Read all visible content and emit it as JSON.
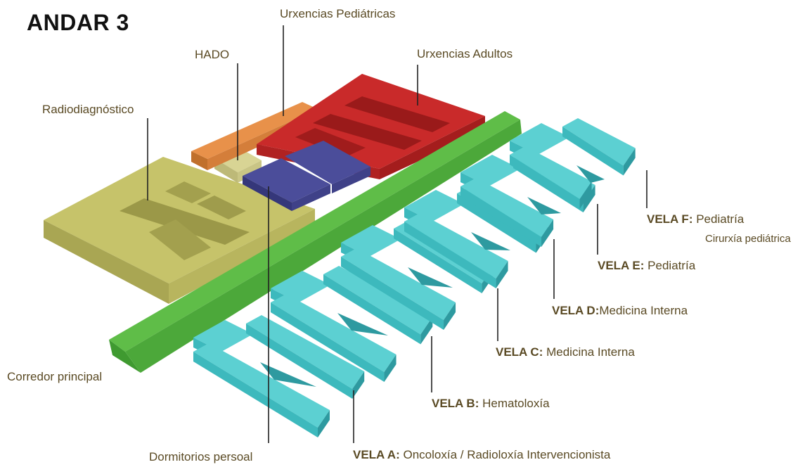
{
  "title": "ANDAR 3",
  "colors": {
    "radiodiagnostico": "#c6c36a",
    "hado": "#d8d494",
    "urxencias_pediatricas": "#e8914a",
    "urxencias_adultos": "#c92a2a",
    "dormitorios": "#4b4d9a",
    "corredor": "#5fbd48",
    "velas": "#5cd0d2",
    "label_text": "#5a4a24",
    "leader_line": "#222222"
  },
  "labels": {
    "radiodiagnostico": "Radiodiagnóstico",
    "hado": "HADO",
    "urxencias_pediatricas": "Urxencias Pediátricas",
    "urxencias_adultos": "Urxencias Adultos",
    "corredor_principal": "Corredor principal",
    "dormitorios_persoal": "Dormitorios persoal"
  },
  "velas": [
    {
      "id": "A",
      "title": "VELA A:",
      "desc": "Oncoloxía / Radioloxía Intervencionista",
      "extra": ""
    },
    {
      "id": "B",
      "title": "VELA B:",
      "desc": "Hematoloxía",
      "extra": ""
    },
    {
      "id": "C",
      "title": "VELA C:",
      "desc": "Medicina Interna",
      "extra": ""
    },
    {
      "id": "D",
      "title": "VELA D:",
      "desc": "Medicina Interna",
      "extra": ""
    },
    {
      "id": "E",
      "title": "VELA E:",
      "desc": "Pediatría",
      "extra": ""
    },
    {
      "id": "F",
      "title": "VELA F:",
      "desc": "Pediatría",
      "extra": "Cirurxía pediátrica"
    }
  ]
}
